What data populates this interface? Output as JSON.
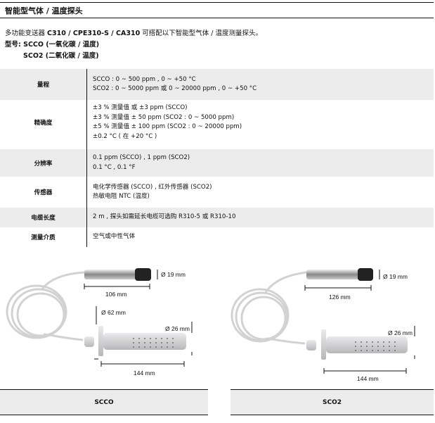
{
  "header": {
    "title": "智能型气体 / 温度探头"
  },
  "intro": {
    "line1_prefix": "多功能变送器 ",
    "line1_models": "C310 / CPE310-S / CA310",
    "line1_suffix": " 可搭配以下智能型气体 / 温度测量探头。",
    "model_label": "型号: ",
    "models": [
      {
        "name": "SCCO",
        "desc": " (一氧化碳 / 温度)"
      },
      {
        "name": "SCO2",
        "desc": " (二氧化碳 / 温度)"
      }
    ]
  },
  "specs": [
    {
      "label": "量程",
      "lines": [
        "SCCO : 0 ~ 500 ppm , 0 ~ +50 °C",
        "SCO2 : 0 ~ 5000 ppm  或  0 ~ 20000 ppm , 0 ~ +50 °C"
      ]
    },
    {
      "label": "精确度",
      "lines": [
        "±3 % 测量值  或  ±3 ppm (SCCO)",
        "±3 % 测量值  ± 50 ppm (SCO2 : 0 ~ 5000 ppm)",
        "±5 % 测量值  ± 100 ppm (SCO2 : 0 ~ 20000 ppm)",
        "±0.2 °C ( 在 +20 °C )"
      ]
    },
    {
      "label": "分辨率",
      "lines": [
        "0.1 ppm (SCCO) , 1 ppm (SCO2)",
        "0.1 °C , 0.1 °F"
      ]
    },
    {
      "label": "传感器",
      "lines": [
        "电化学传感器 (SCCO) , 红外传感器 (SCO2)",
        "热敏电阻 NTC (温度)"
      ]
    },
    {
      "label": "电缆长度",
      "lines": [
        " 2 m , 探头如需延长电缆可选购 R310-5 或 R310-10"
      ]
    },
    {
      "label": "测量介质",
      "lines": [
        "空气或中性气体"
      ]
    }
  ],
  "diagrams": [
    {
      "model": "SCCO",
      "handle_diameter": "Ø 19 mm",
      "handle_length": "106 mm",
      "flange_diameter": "Ø 62 mm",
      "probe_diameter": "Ø 26 mm",
      "probe_length": "144 mm"
    },
    {
      "model": "SCO2",
      "handle_diameter": "Ø 19 mm",
      "handle_length": "126 mm",
      "probe_diameter": "Ø 26 mm",
      "probe_length": "144 mm"
    }
  ],
  "captions": [
    "SCCO",
    "SCO2"
  ]
}
